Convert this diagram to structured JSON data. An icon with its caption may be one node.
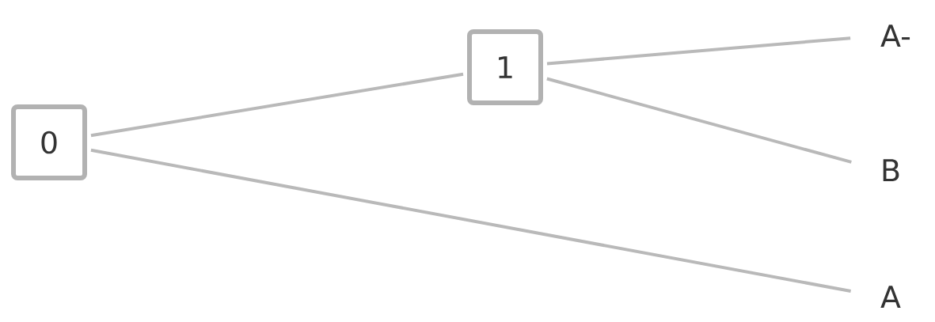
{
  "diagram": {
    "nodes": [
      {
        "text": [
          "0"
        ]
      },
      {
        "text": [
          "1"
        ]
      },
      {
        "text": [
          "A-"
        ]
      },
      {
        "text": [
          "B"
        ]
      },
      {
        "text": [
          "A"
        ]
      }
    ],
    "edges": [
      {
        "from": 0,
        "to": 1,
        "arrow": "none"
      },
      {
        "from": 1,
        "to": 2,
        "arrow": "none"
      },
      {
        "from": 1,
        "to": 3,
        "arrow": "none"
      },
      {
        "from": 0,
        "to": 4,
        "arrow": "none"
      }
    ]
  }
}
